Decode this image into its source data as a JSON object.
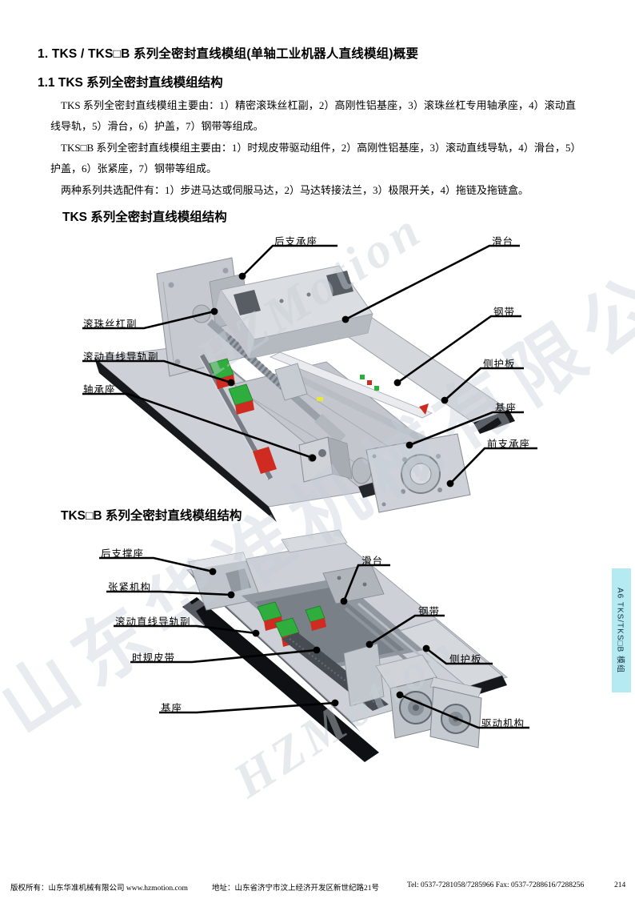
{
  "document": {
    "heading1": "1. TKS / TKS□B 系列全密封直线模组(单轴工业机器人直线模组)概要",
    "heading2": "1.1 TKS 系列全密封直线模组结构",
    "paragraphs": [
      "TKS 系列全密封直线模组主要由：1）精密滚珠丝杠副，2）高刚性铝基座，3）滚珠丝杠专用轴承座，4）滚动直线导轨，5）滑台，6）护盖，7）钢带等组成。",
      "TKS□B 系列全密封直线模组主要由：1）时规皮带驱动组件，2）高刚性铝基座，3）滚动直线导轨，4）滑台，5）护盖，6）张紧座，7）钢带等组成。",
      "两种系列共选配件有：1）步进马达或伺服马达，2）马达转接法兰，3）极限开关，4）拖链及拖链盒。"
    ],
    "diagram1": {
      "title": "TKS 系列全密封直线模组结构",
      "labels": [
        "后支承座",
        "滑台",
        "滚珠丝杠副",
        "钢带",
        "滚动直线导轨副",
        "侧护板",
        "轴承座",
        "基座",
        "前支承座"
      ]
    },
    "diagram2": {
      "title": "TKS□B 系列全密封直线模组结构",
      "labels": [
        "后支撑座",
        "张紧机构",
        "滚动直线导轨副",
        "时规皮带",
        "基座",
        "滑台",
        "钢带",
        "侧护板",
        "驱动机构"
      ]
    },
    "side_tab": {
      "label": "A6 TKS/TKS□B 模组",
      "bg_color": "#b5eaf2"
    },
    "watermark": {
      "company": "山东华准机械有限公司",
      "brand": "HZMotion"
    },
    "footer": {
      "copyright": "版权所有：山东华准机械有限公司 www.hzmotion.com",
      "address": "地址：山东省济宁市汶上经济开发区新世纪路21号",
      "tel": "Tel: 0537-7281058/7285966 Fax: 0537-7288616/7288256",
      "page": "214"
    }
  }
}
